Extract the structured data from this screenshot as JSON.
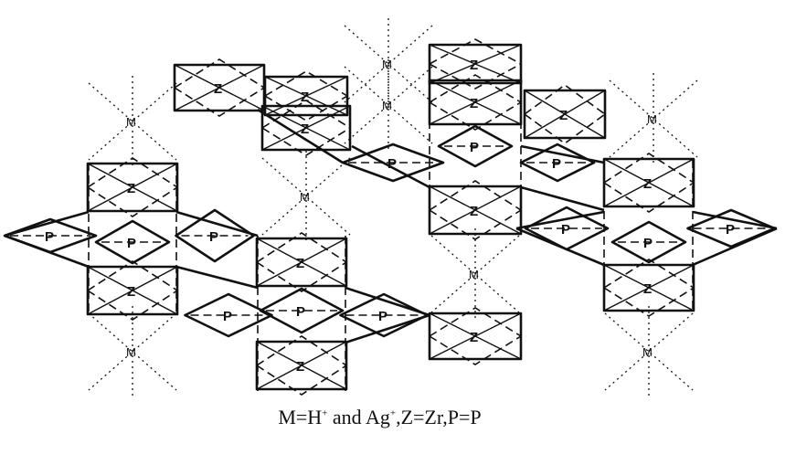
{
  "figure": {
    "caption": {
      "part1": "M=H",
      "sup1": "+",
      "part2": " and Ag",
      "sup2": "+",
      "part3": ",Z=Zr,P=P"
    },
    "labels": {
      "zirconium": "Z",
      "phosphorus": "P",
      "cation": "M"
    }
  }
}
